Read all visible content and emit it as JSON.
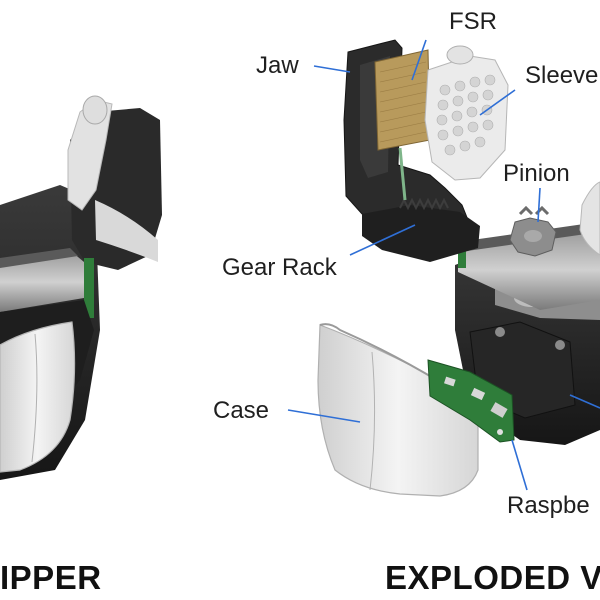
{
  "figure": {
    "captions": {
      "left": "IPPER",
      "right": "EXPLODED V"
    },
    "callouts": {
      "jaw": "Jaw",
      "fsr": "FSR",
      "sleeve": "Sleeve",
      "pinion": "Pinion",
      "gear_rack": "Gear Rack",
      "case": "Case",
      "raspberry": "Raspbe"
    },
    "colors": {
      "leader_line": "#2f6fd6",
      "part_dark": "#2b2b2b",
      "part_light": "#e6e6e6",
      "fsr_pad": "#b89a5c",
      "pcb": "#2f7d3a"
    }
  }
}
